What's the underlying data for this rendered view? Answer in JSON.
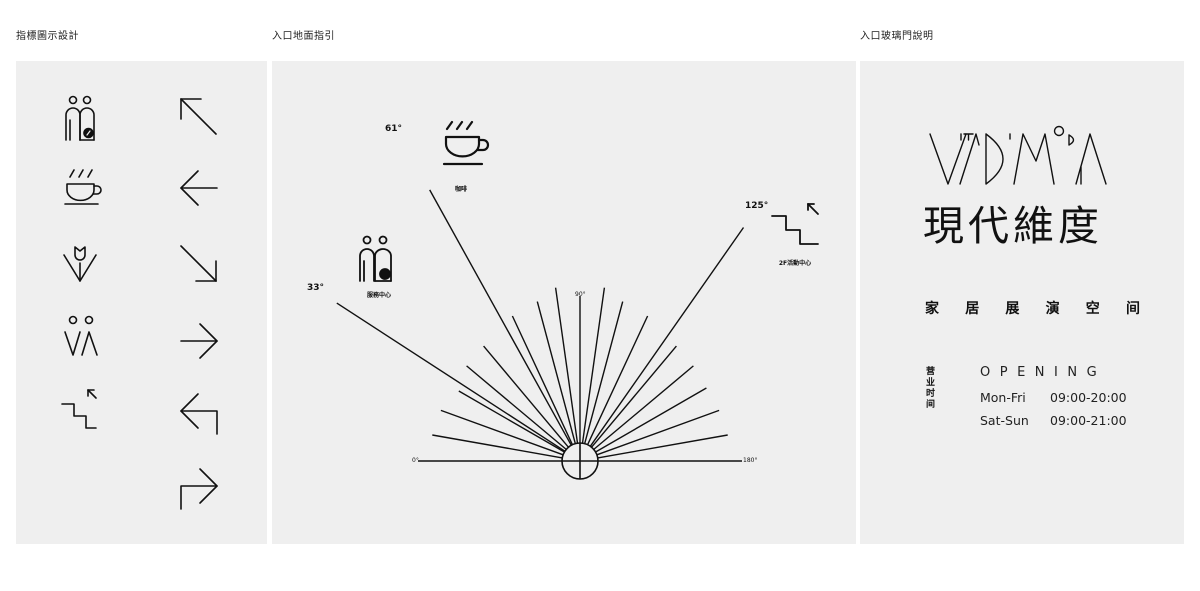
{
  "sections": {
    "icons_title": "指標圖示設計",
    "floor_title": "入口地面指引",
    "door_title": "入口玻璃門說明"
  },
  "icon_set": {
    "left_column": [
      "service-people-icon",
      "coffee-cup-icon",
      "tulip-flower-icon",
      "people-face-icon",
      "stairs-up-icon"
    ],
    "right_column": [
      "arrow-up-left-icon",
      "arrow-left-icon",
      "arrow-down-right-icon",
      "arrow-right-icon",
      "arrow-u-turn-left-icon",
      "arrow-u-turn-right-icon"
    ]
  },
  "floor_guide": {
    "angles": {
      "a0": "0°",
      "a33": "33°",
      "a61": "61°",
      "a90": "90°",
      "a125": "125°",
      "a180": "180°"
    },
    "labels": {
      "coffee": "咖啡",
      "service": "服務中心",
      "upstairs": "2F活動中心"
    }
  },
  "door_info": {
    "logo_text": "VITADIMODA",
    "brand_cn": "現代維度",
    "tagline": [
      "家",
      "居",
      "展",
      "演",
      "空",
      "间"
    ],
    "hours_label": [
      "营",
      "业",
      "时",
      "间"
    ],
    "opening_label": "OPENING",
    "hours": [
      {
        "day": "Mon-Fri",
        "time": "09:00-20:00"
      },
      {
        "day": "Sat-Sun",
        "time": "09:00-21:00"
      }
    ]
  },
  "colors": {
    "background": "#ffffff",
    "panel": "#efefef",
    "ink": "#111111"
  }
}
